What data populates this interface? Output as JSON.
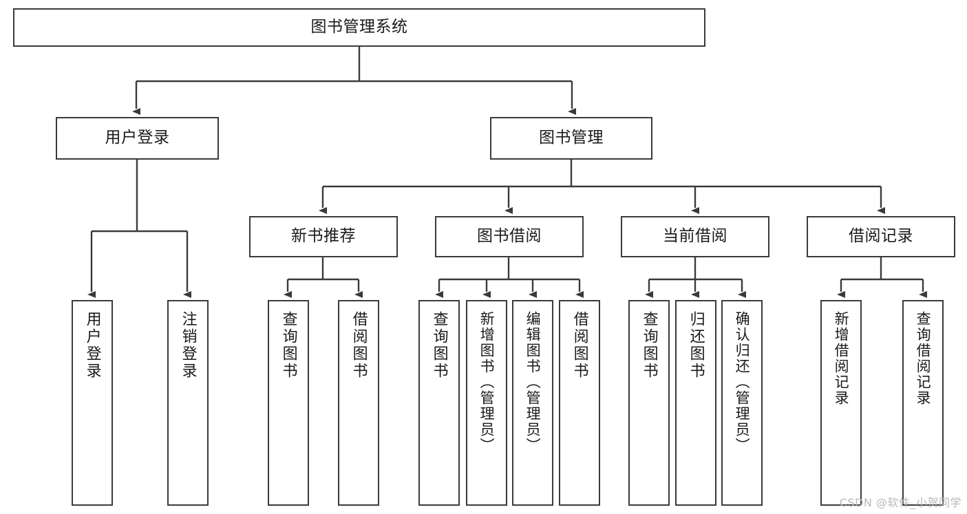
{
  "diagram": {
    "title": "图书管理系统",
    "type": "tree-hierarchy-diagram",
    "watermark": "CSDN @软件_小贺同学",
    "colors": {
      "node_border": "#3a3a3a",
      "node_fill": "#ffffff",
      "edge": "#3a3a3a",
      "text": "#1a1a1a",
      "watermark": "#b9b9b9",
      "background": "#ffffff"
    },
    "levels": {
      "level1": "系统",
      "level2": "模块",
      "level3": "子模块",
      "level4": "功能"
    }
  },
  "nodes": {
    "root": {
      "label": "图书管理系统"
    },
    "level2": [
      {
        "id": "user-login",
        "label": "用户登录"
      },
      {
        "id": "book-manage",
        "label": "图书管理"
      }
    ],
    "level3": [
      {
        "id": "new-book-recommend",
        "label": "新书推荐"
      },
      {
        "id": "book-borrow",
        "label": "图书借阅"
      },
      {
        "id": "current-borrow",
        "label": "当前借阅"
      },
      {
        "id": "borrow-record",
        "label": "借阅记录"
      }
    ],
    "leaves": {
      "user-login": [
        {
          "id": "leaf-user-login",
          "label": "用户登录"
        },
        {
          "id": "leaf-logout-login",
          "label": "注销登录"
        }
      ],
      "new-book-recommend": [
        {
          "id": "leaf-query-book-1",
          "label": "查询图书"
        },
        {
          "id": "leaf-borrow-book-1",
          "label": "借阅图书"
        }
      ],
      "book-borrow": [
        {
          "id": "leaf-query-book-2",
          "label": "查询图书"
        },
        {
          "id": "leaf-add-book",
          "label": "新增图书（管理员）"
        },
        {
          "id": "leaf-edit-book",
          "label": "编辑图书（管理员）"
        },
        {
          "id": "leaf-borrow-book-2",
          "label": "借阅图书"
        }
      ],
      "current-borrow": [
        {
          "id": "leaf-query-book-3",
          "label": "查询图书"
        },
        {
          "id": "leaf-return-book",
          "label": "归还图书"
        },
        {
          "id": "leaf-confirm-return",
          "label": "确认归还（管理员）"
        }
      ],
      "borrow-record": [
        {
          "id": "leaf-add-record",
          "label": "新增借阅记录"
        },
        {
          "id": "leaf-query-record",
          "label": "查询借阅记录"
        }
      ]
    }
  }
}
